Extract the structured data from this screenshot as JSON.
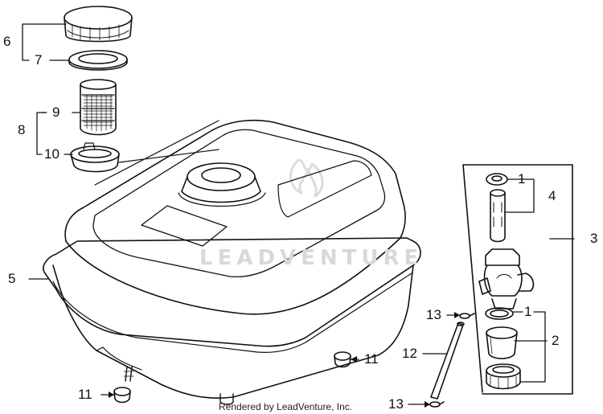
{
  "callouts": {
    "c6": "6",
    "c7": "7",
    "c8": "8",
    "c9": "9",
    "c10": "10",
    "c5": "5",
    "c11a": "11",
    "c11b": "11",
    "c1a": "1",
    "c4": "4",
    "c3": "3",
    "c1b": "1",
    "c2": "2",
    "c13a": "13",
    "c12": "12",
    "c13b": "13"
  },
  "watermark": "LEADVENTURE",
  "credit": "Rendered by LeadVenture, Inc."
}
